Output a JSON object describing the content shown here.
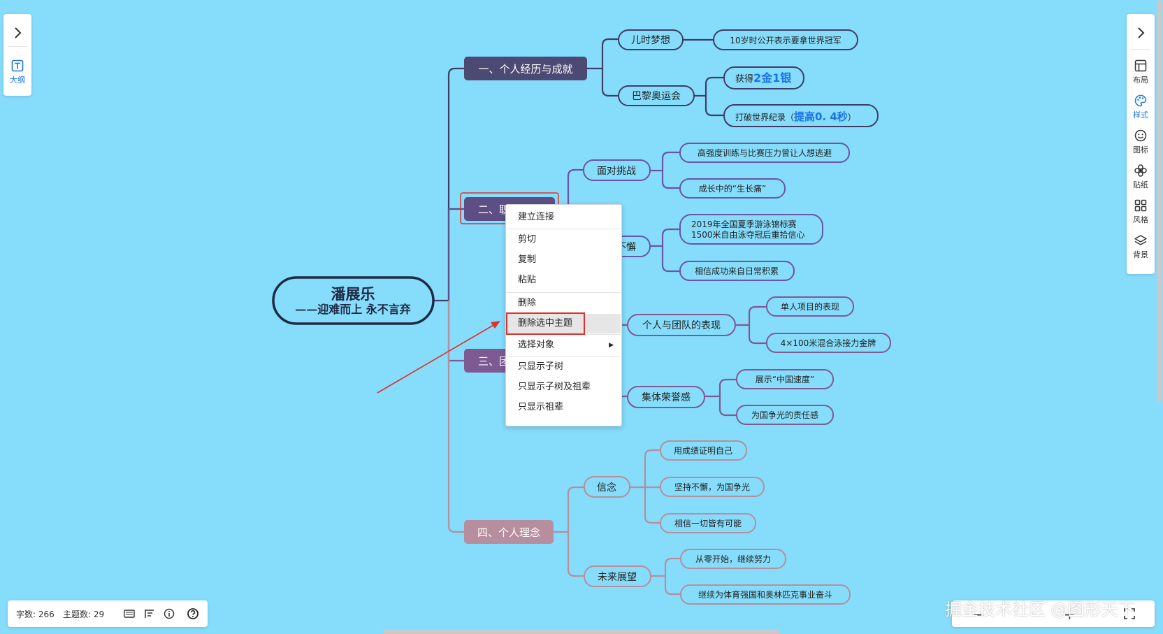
{
  "left_panel": {
    "outline_label": "大纲"
  },
  "right_panel": {
    "tools": [
      {
        "label": "布局",
        "icon": "layout-icon"
      },
      {
        "label": "样式",
        "icon": "palette-icon"
      },
      {
        "label": "图标",
        "icon": "smiley-icon"
      },
      {
        "label": "贴纸",
        "icon": "sticker-icon"
      },
      {
        "label": "风格",
        "icon": "theme-grid-icon"
      },
      {
        "label": "背景",
        "icon": "layers-icon"
      }
    ]
  },
  "mindmap": {
    "root": {
      "title": "潘展乐",
      "subtitle": "——迎难而上  永不言弃"
    },
    "branches": [
      {
        "label": "一、个人经历与成就",
        "color": "#4c4a72"
      },
      {
        "label": "二、职业生涯",
        "color": "#5d4f86"
      },
      {
        "label": "三、团队精神",
        "color": "#7e5a93"
      },
      {
        "label": "四、个人理念",
        "color": "#b78e9e"
      }
    ],
    "nodes": {
      "childhood": "儿时梦想",
      "childhood_leaf": "10岁时公开表示要拿世界冠军",
      "paris": "巴黎奥运会",
      "medals_prefix": "获得",
      "medals_hl": "2金1银",
      "record_prefix": "打破世界纪录（",
      "record_hl": "提高0. 4秒",
      "record_suffix": "）",
      "challenge": "面对挑战",
      "challenge_leaf1": "高强度训练与比赛压力曾让人想逃避",
      "challenge_leaf2": "成长中的“生长痛”",
      "persist": "坚持不懈",
      "persist_leaf1_a": "2019年全国夏季游泳锦标赛",
      "persist_leaf1_b": "1500米自由泳夺冠后重拾信心",
      "persist_leaf2": "相信成功来自日常积累",
      "team_perf": "个人与团队的表现",
      "team_leaf1": "单人项目的表现",
      "team_leaf2": "4×100米混合泳接力金牌",
      "honor": "集体荣誉感",
      "honor_leaf1": "展示“中国速度”",
      "honor_leaf2": "为国争光的责任感",
      "belief": "信念",
      "belief_leaf1": "用成绩证明自己",
      "belief_leaf2": "坚持不懈，为国争光",
      "belief_leaf3": "相信一切皆有可能",
      "future": "未来展望",
      "future_leaf1": "从零开始，继续努力",
      "future_leaf2": "继续为体育强国和奥林匹克事业奋斗"
    },
    "colors": {
      "line_dark": "#3f3d66",
      "line_purple": "#6a55a6",
      "line_violet": "#7e5a93",
      "line_pink": "#b78e9e",
      "highlight_text": "#1a73e8",
      "root_border": "#1f2a44"
    }
  },
  "context_menu": {
    "items": [
      "建立连接",
      "剪切",
      "复制",
      "粘贴",
      "删除",
      "删除选中主题",
      "选择对象",
      "只显示子树",
      "只显示子树及祖辈",
      "只显示祖辈"
    ],
    "highlighted": "删除选中主题"
  },
  "status_bar": {
    "word_count_label": "字数:",
    "word_count": "266",
    "topic_count_label": "主题数:",
    "topic_count": "29"
  },
  "zoom_bar": {
    "minus": "−",
    "plus": "+"
  },
  "watermark": "掘金技术社区 @图形天下"
}
